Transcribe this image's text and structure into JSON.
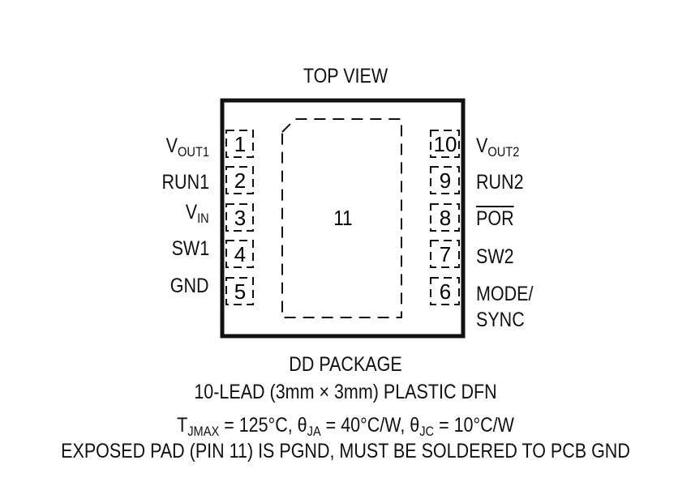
{
  "view_label": "TOP VIEW",
  "pad": {
    "number": "11"
  },
  "left_pins": [
    {
      "number": "1",
      "name_main": "V",
      "name_sub": "OUT1"
    },
    {
      "number": "2",
      "name_main": "RUN1",
      "name_sub": ""
    },
    {
      "number": "3",
      "name_main": "V",
      "name_sub": "IN"
    },
    {
      "number": "4",
      "name_main": "SW1",
      "name_sub": ""
    },
    {
      "number": "5",
      "name_main": "GND",
      "name_sub": ""
    }
  ],
  "right_pins": [
    {
      "number": "10",
      "name_main": "V",
      "name_sub": "OUT2"
    },
    {
      "number": "9",
      "name_main": "RUN2",
      "name_sub": ""
    },
    {
      "number": "8",
      "name_main": "POR",
      "name_sub": ""
    },
    {
      "number": "7",
      "name_main": "SW2",
      "name_sub": ""
    },
    {
      "number": "6",
      "name_main": "MODE/",
      "name_line2": "SYNC"
    }
  ],
  "package_name": "DD PACKAGE",
  "package_desc": "10-LEAD (3mm × 3mm) PLASTIC DFN",
  "thermal": {
    "t_main": "T",
    "t_sub": "JMAX",
    "t_value": " = 125°C, ",
    "theta": "θ",
    "ja_sub": "JA",
    "ja_value": " = 40°C/W, ",
    "jc_sub": "JC",
    "jc_value": " = 10°C/W"
  },
  "exposed_pad_note": "EXPOSED PAD (PIN 11) IS PGND, MUST BE SOLDERED TO PCB GND"
}
